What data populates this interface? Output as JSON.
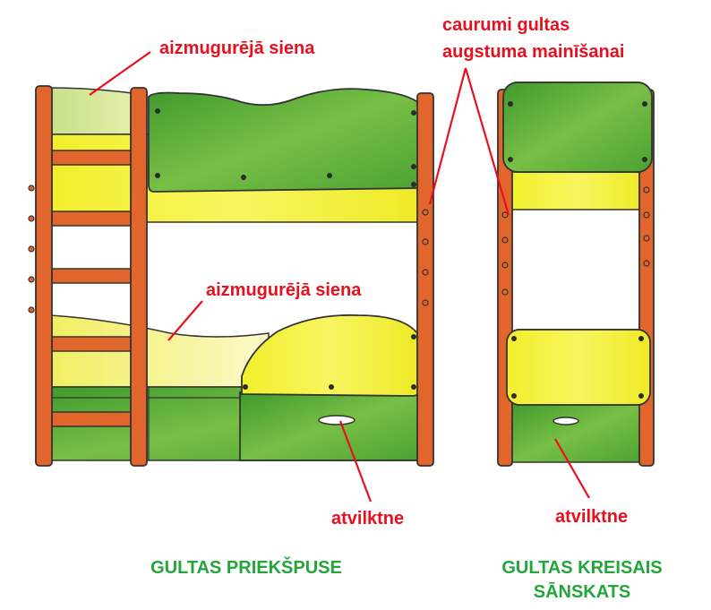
{
  "labels": {
    "back_wall_top": "aizmugurējā siena",
    "holes_line1": "caurumi gultas",
    "holes_line2": "augstuma mainīšanai",
    "back_wall_bottom": "aizmugurējā siena",
    "drawer_front": "atvilktne",
    "drawer_side": "atvilktne"
  },
  "captions": {
    "front": "GULTAS PRIEKŠPUSE",
    "side_line1": "GULTAS  KREISAIS",
    "side_line2": "SĀNSKATS"
  },
  "colors": {
    "label_red": "#e8101e",
    "caption_green": "#22a53a",
    "wood": "#e2662b",
    "panel_green": "#5fae3a",
    "mattress_yellow": "#f3f23a"
  }
}
